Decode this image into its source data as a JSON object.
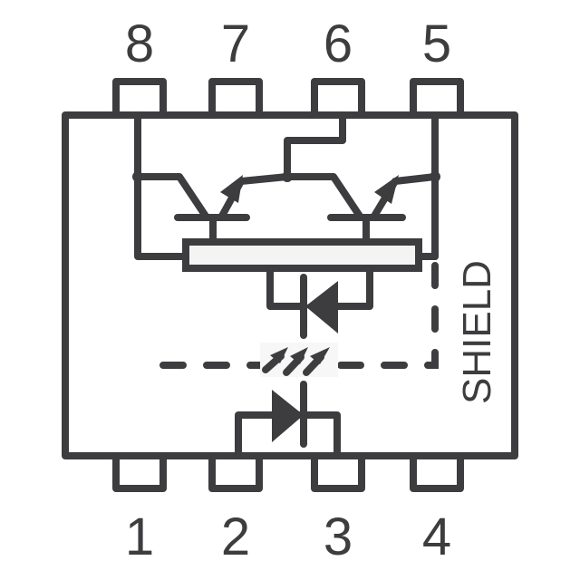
{
  "diagram": {
    "title": "Optocoupler package pinout",
    "pins_top": [
      "8",
      "7",
      "6",
      "5"
    ],
    "pins_bottom": [
      "1",
      "2",
      "3",
      "4"
    ],
    "shield_label": "SHIELD",
    "colors": {
      "line": "#3d3d3f",
      "bar_fill": "#f4f4f4"
    }
  }
}
